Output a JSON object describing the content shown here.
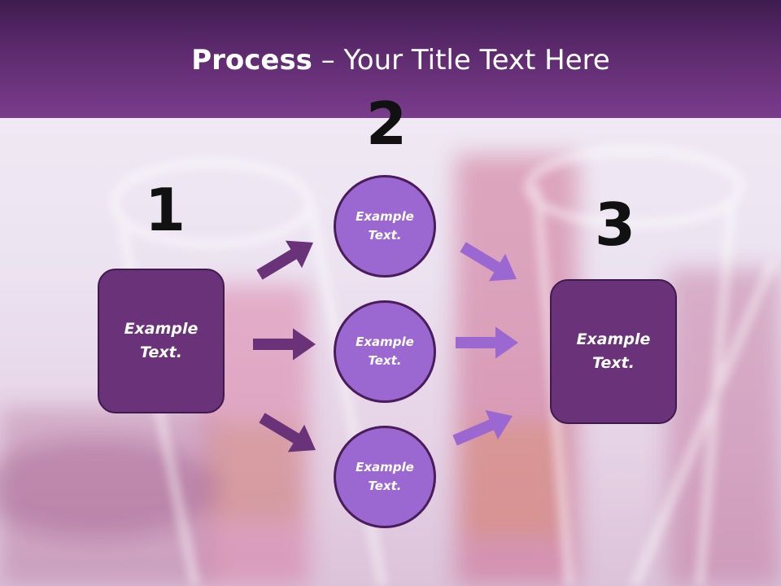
{
  "slide": {
    "title_bold": "Process",
    "title_rest": " – Your Title Text Here"
  },
  "steps": {
    "step1_number": "1",
    "step2_number": "2",
    "step3_number": "3"
  },
  "nodes": {
    "left_box": "Example\nText.",
    "circle_top": "Example\nText.",
    "circle_middle": "Example\nText.",
    "circle_bottom": "Example\nText.",
    "right_box": "Example\nText."
  },
  "colors": {
    "header": "#5e2b6f",
    "box_fill": "#6a3279",
    "circle_fill": "#9b67d1",
    "left_arrows": "#6a3279",
    "right_arrows": "#9b67d1"
  }
}
